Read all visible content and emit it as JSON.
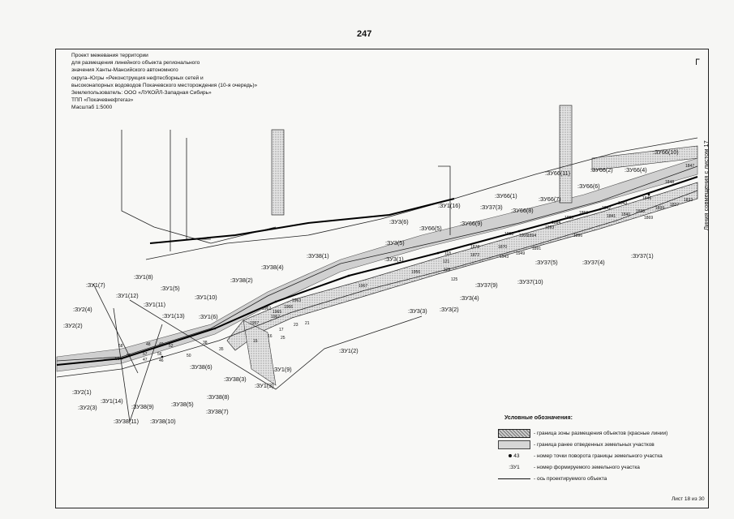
{
  "page_number": "247",
  "title_lines": [
    "Проект межевания территории",
    "для размещения линейного объекта регионального",
    "значения Ханты-Мансийского автономного",
    "округа–Югры «Реконструкция нефтесборных сетей и",
    "высоконапорных водоводов Покачевского месторождения (10-я очередь)»",
    "Землепользователь: ООО «ЛУКОЙЛ-Западная Сибирь»",
    "ТПП «Покачевнефтегаз»",
    "Масштаб 1:5000"
  ],
  "side_label": "Линия совмещения с листом 17",
  "north_symbol": "ᒥ",
  "sheet": "Лист 18 из 30",
  "legend": {
    "title": "Условные обозначения:",
    "items": [
      {
        "symbol": "red-line",
        "text": "- граница зоны размещения объектов (красные линии)"
      },
      {
        "symbol": "old-plot",
        "text": "- граница ранее отведенных земельных участков"
      },
      {
        "symbol": "point",
        "prefix": "43",
        "text": "- номер точки поворота границы земельного участка"
      },
      {
        "symbol": "label",
        "prefix": ":ЗУ1",
        "text": "- номер формируемого земельного участка"
      },
      {
        "symbol": "axis",
        "text": "- ось проектируемого объекта"
      }
    ]
  },
  "plot_labels": [
    ":ЗУ66(10)",
    ":ЗУ66(2)",
    ":ЗУ66(4)",
    ":ЗУ66(11)",
    ":ЗУ66(6)",
    ":ЗУ66(1)",
    ":ЗУ66(7)",
    ":ЗУ66(8)",
    ":ЗУ66(5)",
    ":ЗУ66(9)",
    ":ЗУ37(3)",
    ":ЗУ1(16)",
    ":ЗУ3(6)",
    ":ЗУ3(5)",
    ":ЗУ3(1)",
    ":ЗУ38(1)",
    ":ЗУ38(4)",
    ":ЗУ38(2)",
    ":ЗУ1(8)",
    ":ЗУ1(7)",
    ":ЗУ1(12)",
    ":ЗУ1(5)",
    ":ЗУ1(11)",
    ":ЗУ1(13)",
    ":ЗУ1(10)",
    ":ЗУ1(6)",
    ":ЗУ2(4)",
    ":ЗУ2(2)",
    ":ЗУ37(1)",
    ":ЗУ37(4)",
    ":ЗУ37(5)",
    ":ЗУ37(10)",
    ":ЗУ37(9)",
    ":ЗУ3(4)",
    ":ЗУ3(2)",
    ":ЗУ3(3)",
    ":ЗУ1(2)",
    ":ЗУ1(9)",
    ":ЗУ1(3)",
    ":ЗУ38(3)",
    ":ЗУ38(6)",
    ":ЗУ38(8)",
    ":ЗУ38(7)",
    ":ЗУ38(5)",
    ":ЗУ38(9)",
    ":ЗУ38(10)",
    ":ЗУ38(11)",
    ":ЗУ1(14)",
    ":ЗУ2(1)",
    ":ЗУ2(3)"
  ],
  "point_labels": [
    "1847",
    "1846",
    "1848",
    "1843",
    "1842",
    "1841",
    "1840",
    "1839",
    "1837",
    "1838",
    "1833",
    "1850",
    "1869",
    "1896",
    "1893",
    "1891",
    "1894",
    "1884",
    "1880",
    "1878",
    "1872",
    "1870",
    "1949",
    "1943",
    "1908",
    "1906",
    "121",
    "129",
    "118",
    "125",
    "1967",
    "1963",
    "1962",
    "1966",
    "1967",
    "1965",
    "1957",
    "16",
    "17",
    "15",
    "23",
    "25",
    "21",
    "38",
    "35",
    "50",
    "49",
    "52",
    "57",
    "56",
    "48",
    "47",
    "46",
    "55",
    "58",
    "59",
    "1956"
  ]
}
